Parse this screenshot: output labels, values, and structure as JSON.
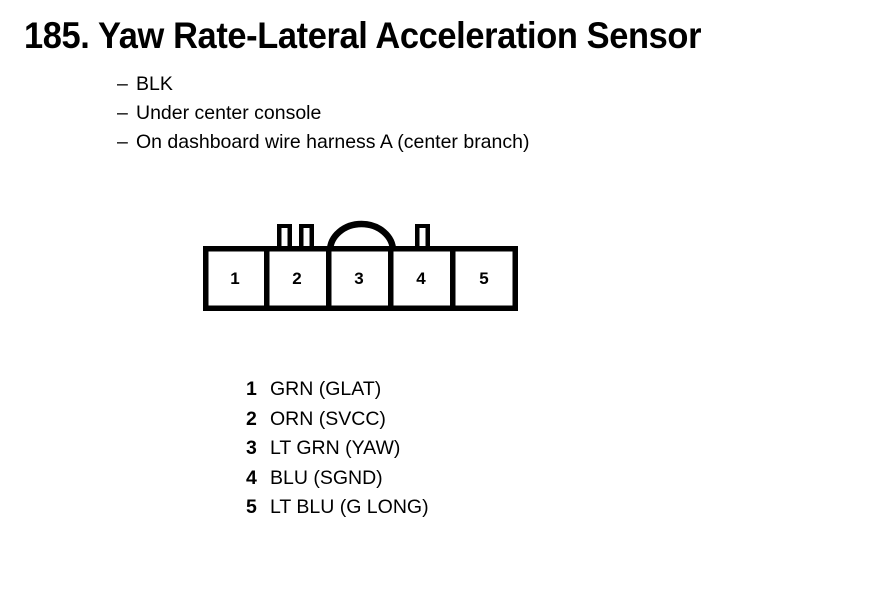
{
  "page": {
    "title": "185. Yaw Rate-Lateral Acceleration Sensor"
  },
  "notes": {
    "dash": "–",
    "items": [
      {
        "text": "BLK"
      },
      {
        "text": "Under center console"
      },
      {
        "text": "On dashboard wire harness A (center branch)"
      }
    ]
  },
  "connector": {
    "cavity_count": 5,
    "cells": [
      {
        "number": "1"
      },
      {
        "number": "2"
      },
      {
        "number": "3"
      },
      {
        "number": "4"
      },
      {
        "number": "5"
      }
    ],
    "outline_color": "#000000",
    "body_fill": "#ffffff"
  },
  "pin_legend": {
    "rows": [
      {
        "pin": "1",
        "label": "GRN (GLAT)"
      },
      {
        "pin": "2",
        "label": "ORN (SVCC)"
      },
      {
        "pin": "3",
        "label": "LT GRN (YAW)"
      },
      {
        "pin": "4",
        "label": "BLU (SGND)"
      },
      {
        "pin": "5",
        "label": "LT BLU (G LONG)"
      }
    ]
  }
}
